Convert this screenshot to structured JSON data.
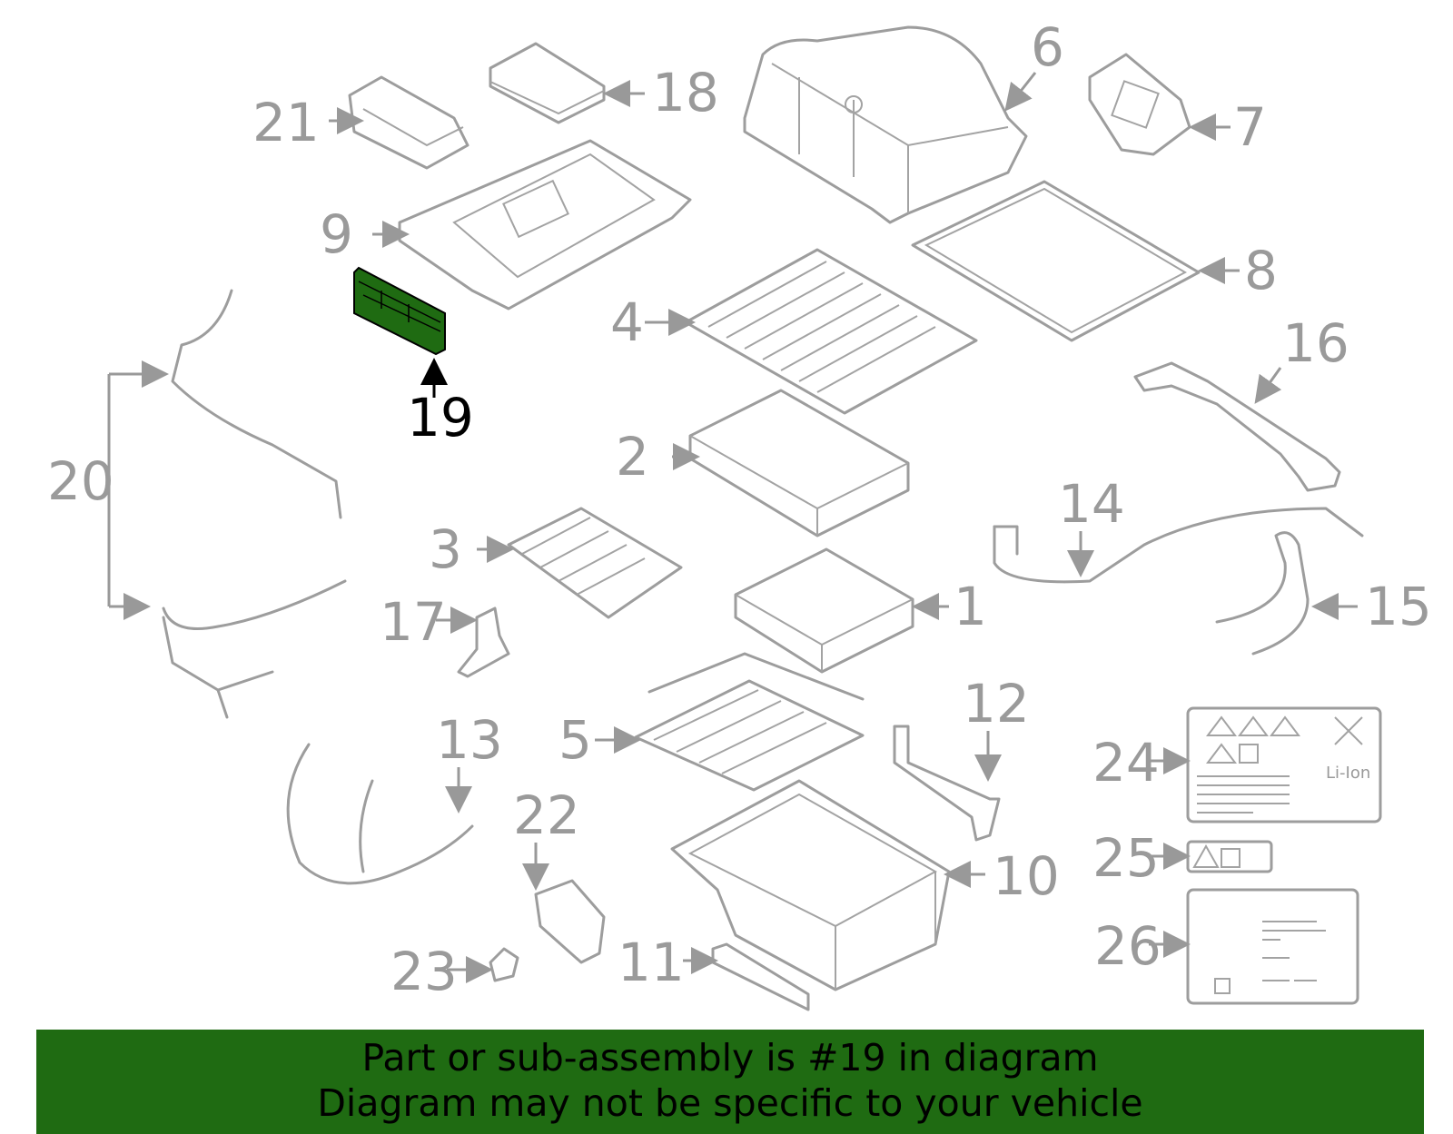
{
  "labels": {
    "l1": "1",
    "l2": "2",
    "l3": "3",
    "l4": "4",
    "l5": "5",
    "l6": "6",
    "l7": "7",
    "l8": "8",
    "l9": "9",
    "l10": "10",
    "l11": "11",
    "l12": "12",
    "l13": "13",
    "l14": "14",
    "l15": "15",
    "l16": "16",
    "l17": "17",
    "l18": "18",
    "l19": "19",
    "l20": "20",
    "l21": "21",
    "l22": "22",
    "l23": "23",
    "l24": "24",
    "l25": "25",
    "l26": "26"
  },
  "label_texts": {
    "li_ion": "Li-Ion"
  },
  "highlight_color": "#1f6b12",
  "banner": {
    "line1": "Part or sub-assembly is #19 in diagram",
    "line2": "Diagram may not be specific to your vehicle"
  }
}
